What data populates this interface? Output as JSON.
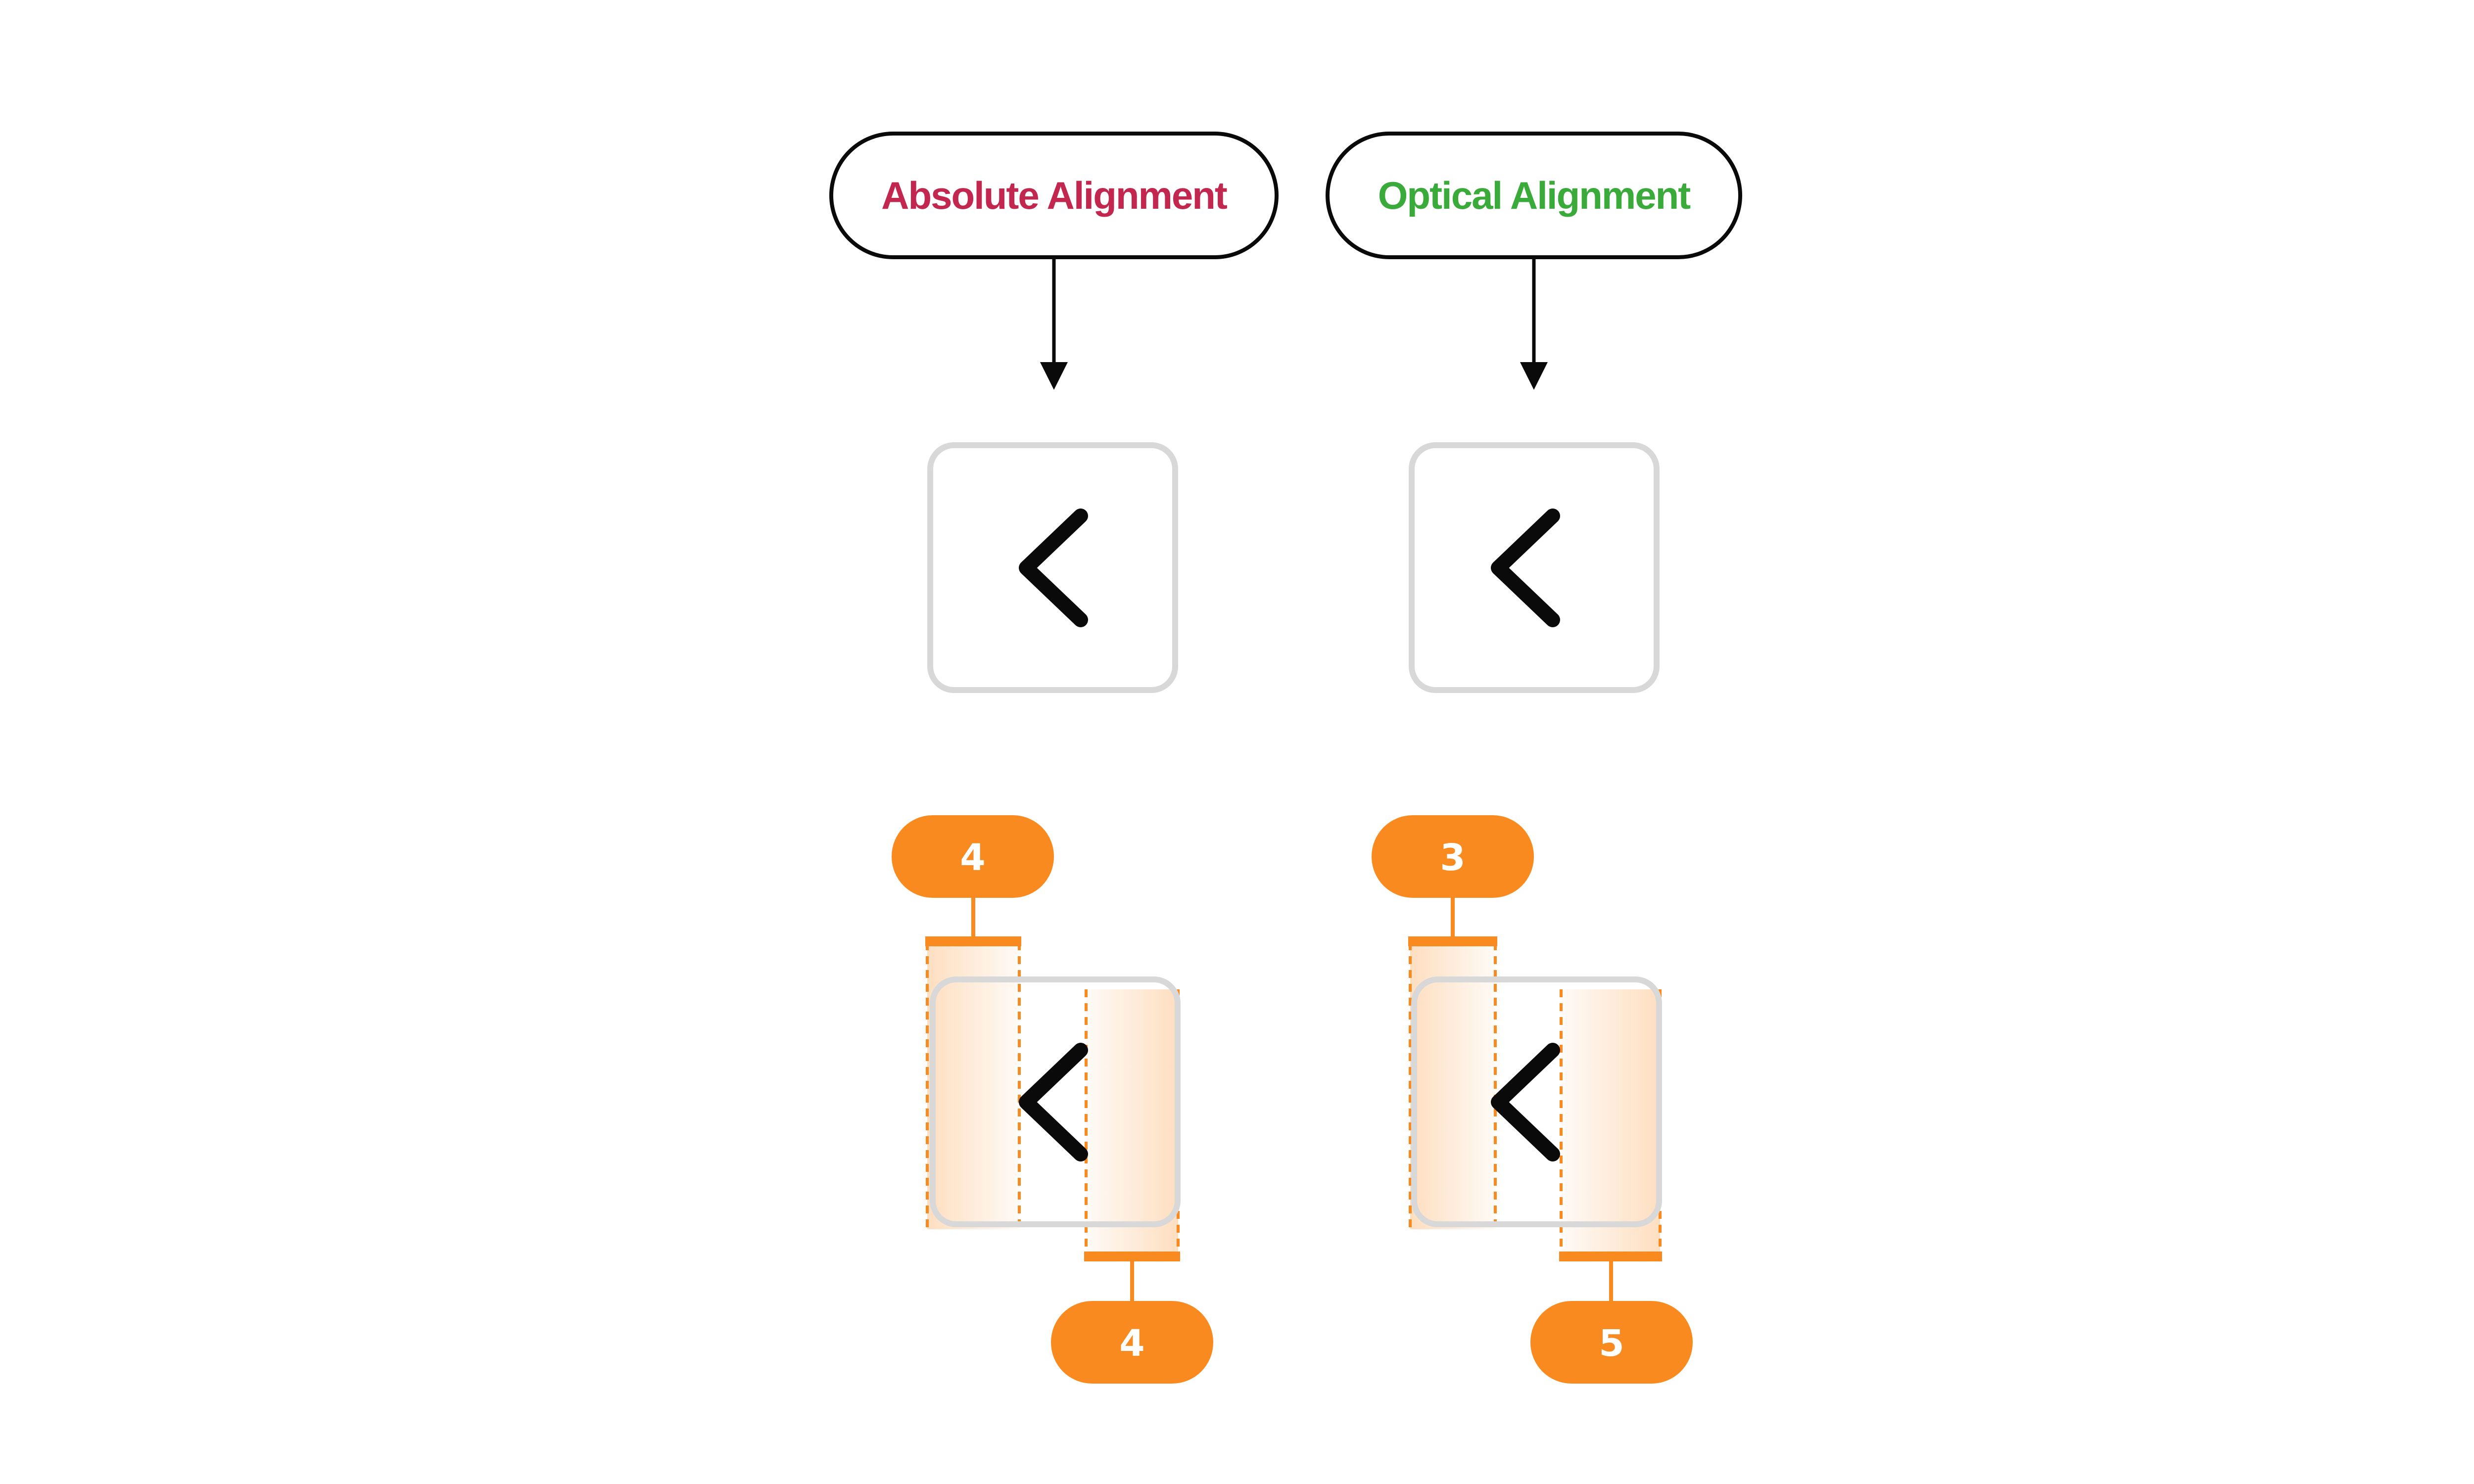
{
  "labels": {
    "absolute": "Absolute Alignment",
    "optical": "Optical Alignment"
  },
  "badges": {
    "absolute_left": "4",
    "absolute_right": "4",
    "optical_left": "3",
    "optical_right": "5"
  },
  "icons": {
    "chevron": "chevron-left-icon"
  },
  "colors": {
    "absolute_label": "#c2274f",
    "optical_label": "#3aaa3a",
    "accent": "#f98a1f",
    "frame": "#d8d8d8",
    "ink": "#0a0a0a"
  }
}
